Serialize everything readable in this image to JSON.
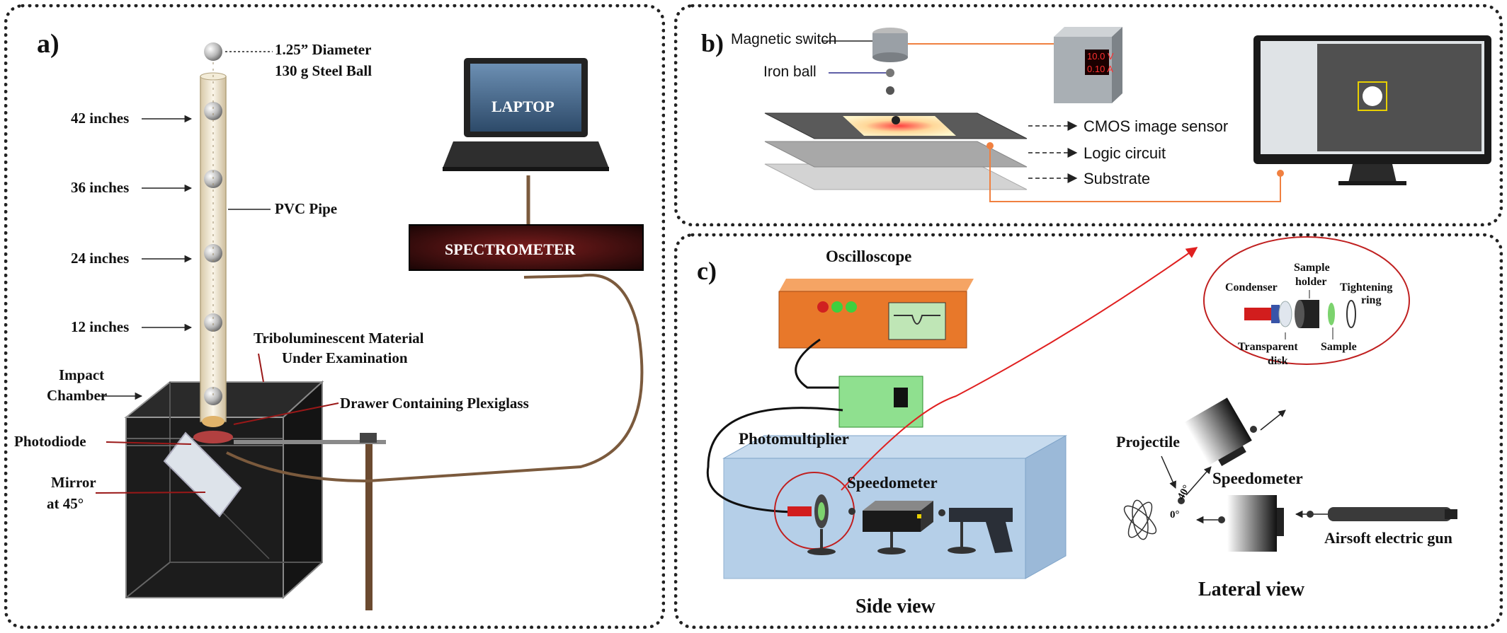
{
  "panel_a": {
    "tag": "a)",
    "ball_label_1": "1.25” Diameter",
    "ball_label_2": "130 g Steel Ball",
    "heights": [
      "42 inches",
      "36 inches",
      "24 inches",
      "12 inches"
    ],
    "pvc_pipe": "PVC Pipe",
    "tribo_1": "Triboluminescent Material",
    "tribo_2": "Under Examination",
    "impact_1": "Impact",
    "impact_2": "Chamber",
    "drawer": "Drawer Containing Plexiglass",
    "photodiode": "Photodiode",
    "mirror_1": "Mirror",
    "mirror_2": "at 45°",
    "laptop": "LAPTOP",
    "spectrometer": "SPECTROMETER"
  },
  "panel_b": {
    "tag": "b)",
    "magnetic_switch": "Magnetic switch",
    "iron_ball": "Iron ball",
    "cmos": "CMOS image sensor",
    "logic": "Logic circuit",
    "substrate": "Substrate",
    "psu_voltage": "10.0 V",
    "psu_current": "0.10 A"
  },
  "panel_c": {
    "tag": "c)",
    "oscilloscope": "Oscilloscope",
    "photomultiplier": "Photomultiplier",
    "speedometer_side": "Speedometer",
    "side_view": "Side view",
    "condenser": "Condenser",
    "sample_holder_1": "Sample",
    "sample_holder_2": "holder",
    "tightening_1": "Tightening",
    "tightening_2": "ring",
    "transparent_1": "Transparent",
    "transparent_2": "disk",
    "sample": "Sample",
    "projectile": "Projectile",
    "angle_40": "40°",
    "angle_0": "0°",
    "speedometer_lateral": "Speedometer",
    "airsoft": "Airsoft electric gun",
    "lateral_view": "Lateral view"
  },
  "colors": {
    "panel_border": "#222222",
    "spectrometer_bg": "#3a0b0b",
    "oscilloscope_orange": "#e8782a",
    "photomultiplier_green": "#8fe08f",
    "cable_orange": "#f08040",
    "arrow_red": "#e02020"
  }
}
